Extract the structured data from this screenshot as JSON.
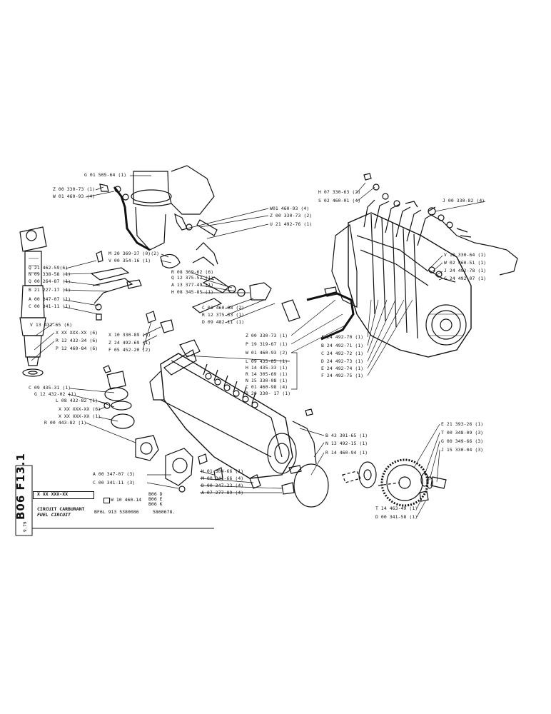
{
  "sheet_code": "B06 F13.1",
  "page_ref": "9.79",
  "title_block": {
    "ref_placeholder": "X XX XXX-XX",
    "kit_number": "W 10 460-14",
    "variants": [
      "B06 D",
      "B06 E",
      "B06 K"
    ],
    "title_fr": "CIRCUIT CARBURANT",
    "title_en": "FUEL CIRCUIT",
    "engine": "BF6L 913 5380086",
    "engine_no2": "5860678."
  },
  "labels": [
    {
      "id": "l1",
      "text": "G 01 505-64 (1)"
    },
    {
      "id": "l2",
      "text": "Z 00 330-73 (1)"
    },
    {
      "id": "l3",
      "text": "W 01 460-93 (4)"
    },
    {
      "id": "l4",
      "text": "H 07 330-63 (2)"
    },
    {
      "id": "l5",
      "text": "S 02 460-01 (4)"
    },
    {
      "id": "l6",
      "text": "J 00 330-82 (4)"
    },
    {
      "id": "l7",
      "text": "W01 460-93 (4)"
    },
    {
      "id": "l8",
      "text": "Z 00 330-73 (2)"
    },
    {
      "id": "l9",
      "text": "U 21 492-76 (1)"
    },
    {
      "id": "l10",
      "text": "Q 21 462-59(6)"
    },
    {
      "id": "l11",
      "text": "N 09 338-58 (1)"
    },
    {
      "id": "l12",
      "text": "Q 00 264-87 (1)"
    },
    {
      "id": "l13",
      "text": "B 21 227-17 (1)"
    },
    {
      "id": "l14",
      "text": "A 00 347-07 (1)"
    },
    {
      "id": "l15",
      "text": "C 00 341-11 (1)"
    },
    {
      "id": "l16",
      "text": "M 20 369-37 (0)(2)"
    },
    {
      "id": "l17",
      "text": "V 00 354-16 (1)"
    },
    {
      "id": "l18",
      "text": "R 08 369-62 (6)"
    },
    {
      "id": "l19",
      "text": "Q 12 375-52 (1)"
    },
    {
      "id": "l20",
      "text": "A 13 377-49 (1)"
    },
    {
      "id": "l21",
      "text": "H 08 345-85 (1)"
    },
    {
      "id": "l22",
      "text": "C 01 460-98 (2)"
    },
    {
      "id": "l23",
      "text": "R 12 375-53 (1)"
    },
    {
      "id": "l24",
      "text": "D 09 482-11 (1)"
    },
    {
      "id": "l25",
      "text": "V 10 330-64 (1)"
    },
    {
      "id": "l26",
      "text": "W 02 460-51 (1)"
    },
    {
      "id": "l27",
      "text": "J 24 492-78 (1)"
    },
    {
      "id": "l28",
      "text": "G 24 492-07 (1)"
    },
    {
      "id": "l29",
      "text": "V 13 432-65 (6)"
    },
    {
      "id": "l30",
      "text": "X XX XXX-XX (6)"
    },
    {
      "id": "l31",
      "text": "R 12 432-34 (6)"
    },
    {
      "id": "l32",
      "text": "P 12 460-84 (6)"
    },
    {
      "id": "l33",
      "text": "X 10 330-89 (1)"
    },
    {
      "id": "l34",
      "text": "Z 24 492-69 (1)"
    },
    {
      "id": "l35",
      "text": "F 05 452-20 (2)"
    },
    {
      "id": "l36",
      "text": "Z 00 330-73 (1)"
    },
    {
      "id": "l37",
      "text": "P 19 319-67 (1)"
    },
    {
      "id": "l38",
      "text": "W 01 460-93 (2)"
    },
    {
      "id": "l39",
      "text": "L 09 435-85 (1)"
    },
    {
      "id": "l40",
      "text": "H 14 435-33 (1)"
    },
    {
      "id": "l41",
      "text": "R 14 305-69 (1)"
    },
    {
      "id": "l42",
      "text": "N 15 330-08 (1)"
    },
    {
      "id": "l43",
      "text": "C 01 460-98 (4)"
    },
    {
      "id": "l44",
      "text": "B 20 330- 17 (1)"
    },
    {
      "id": "l45",
      "text": "A 24 492-70 (1)"
    },
    {
      "id": "l46",
      "text": "B 24 492-71 (1)"
    },
    {
      "id": "l47",
      "text": "C 24 492-72 (1)"
    },
    {
      "id": "l48",
      "text": "D 24 492-73 (1)"
    },
    {
      "id": "l49",
      "text": "E 24 492-74 (1)"
    },
    {
      "id": "l50",
      "text": "F 24 492-75 (1)"
    },
    {
      "id": "l51",
      "text": "C 09 435-31 (1)"
    },
    {
      "id": "l52",
      "text": "G 12 432-02 (1)"
    },
    {
      "id": "l53",
      "text": "L 08 432-82 (1)"
    },
    {
      "id": "l54",
      "text": "X XX XXX-XX (6)"
    },
    {
      "id": "l55",
      "text": "X XX XXX-XX (1)"
    },
    {
      "id": "l56",
      "text": "R 00 443-82 (1)"
    },
    {
      "id": "l57",
      "text": "B 43 301-65 (1)"
    },
    {
      "id": "l58",
      "text": "N 13 492-15 (1)"
    },
    {
      "id": "l59",
      "text": "R 14 460-94 (1)"
    },
    {
      "id": "l60",
      "text": "E 21 393-26 (1)"
    },
    {
      "id": "l61",
      "text": "T 00 348-09 (3)"
    },
    {
      "id": "l62",
      "text": "G 00 349-66 (3)"
    },
    {
      "id": "l63",
      "text": "J 15 330-04 (3)"
    },
    {
      "id": "l64",
      "text": "A 00 347-07 (3)"
    },
    {
      "id": "l65",
      "text": "C 00 341-11 (3)"
    },
    {
      "id": "l66",
      "text": "H 01 304-66 (1)"
    },
    {
      "id": "l67",
      "text": "M 00 341-66 (4)"
    },
    {
      "id": "l68",
      "text": "D 00 347-33 (4)"
    },
    {
      "id": "l69",
      "text": "A 07 277-89 (4)"
    },
    {
      "id": "l70",
      "text": "T 14 463-49 (1)"
    },
    {
      "id": "l71",
      "text": "D 00 341-58 (1)"
    }
  ]
}
